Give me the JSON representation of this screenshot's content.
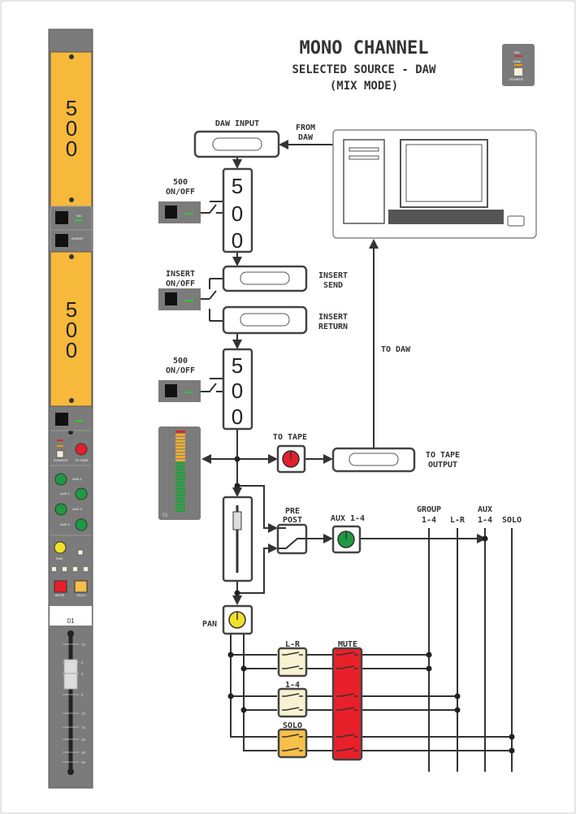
{
  "title": "MONO CHANNEL",
  "subtitle": "SELECTED SOURCE - DAW",
  "mode": "(MIX MODE)",
  "strip": {
    "module_label": "500",
    "channel_number": "01",
    "on_label": "ON",
    "insert_label": "INSERT",
    "source_options": [
      "MIC",
      "DAW"
    ],
    "source_label": "SOURCE",
    "to_tape_label": "TO TAPE",
    "aux_labels": [
      "AUX 1",
      "AUX 2",
      "AUX 3",
      "AUX 4"
    ],
    "pan_label": "PAN",
    "mute_label": "MUTE",
    "solo_label": "SOLO",
    "fader_scale": [
      "10",
      "5",
      "0",
      "5",
      "10",
      "15",
      "20",
      "30",
      "50"
    ]
  },
  "diagram": {
    "daw_input": "DAW INPUT",
    "from_daw": [
      "FROM",
      "DAW"
    ],
    "to_daw": "TO DAW",
    "module_digits": [
      "5",
      "0",
      "0"
    ],
    "on_off_500": [
      "500",
      "ON/OFF"
    ],
    "insert_on_off": [
      "INSERT",
      "ON/OFF"
    ],
    "insert_send": [
      "INSERT",
      "SEND"
    ],
    "insert_return": [
      "INSERT",
      "RETURN"
    ],
    "to_tape": "TO TAPE",
    "to_tape_output": [
      "TO TAPE",
      "OUTPUT"
    ],
    "pre_post": [
      "PRE",
      "POST"
    ],
    "aux": "AUX 1-4",
    "pan": "PAN",
    "buses": {
      "group": [
        "GROUP",
        "1-4"
      ],
      "lr": "L-R",
      "aux": [
        "AUX",
        "1-4"
      ],
      "solo": "SOLO"
    },
    "switches": {
      "lr": "L-R",
      "group": "1-4",
      "solo": "SOLO",
      "mute": "MUTE"
    }
  },
  "colors": {
    "panel": "#7b7b7b",
    "module": "#f6b93b",
    "mute": "#e8202a",
    "solo": "#f7c04a",
    "aux_knob": "#1e9a43",
    "to_tape_knob": "#e3202a",
    "pan_knob": "#f3e02b",
    "switch_cream": "#f8f2d2"
  }
}
